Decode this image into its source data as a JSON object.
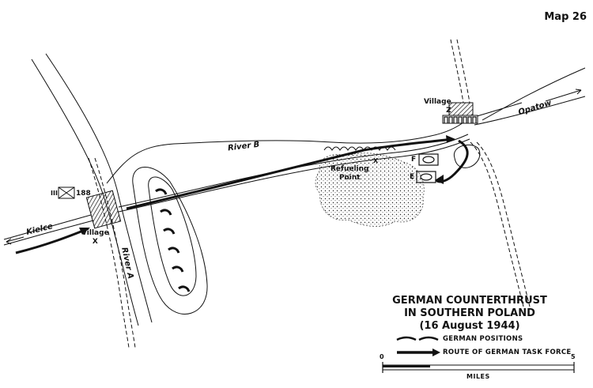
{
  "map_number": "Map 26",
  "title_lines": [
    "GERMAN COUNTERTHRUST",
    "IN SOUTHERN POLAND",
    "(16 August 1944)"
  ],
  "places": {
    "village_x": [
      "Village",
      "X"
    ],
    "village_z": [
      "Village",
      "Z"
    ],
    "kielce": "Kielce",
    "opatow": "Opatow",
    "refueling_point": [
      "Refueling",
      "Point"
    ],
    "river_a": "River A",
    "river_b": "River B"
  },
  "units": {
    "regiment": {
      "size": "III",
      "number": "188"
    },
    "marker_x": "X",
    "unit_f": "F",
    "unit_e": "E"
  },
  "legend": {
    "positions": "GERMAN POSITIONS",
    "route": "ROUTE OF GERMAN TASK FORCE"
  },
  "scale": {
    "start": "0",
    "end": "5",
    "unit": "MILES"
  }
}
